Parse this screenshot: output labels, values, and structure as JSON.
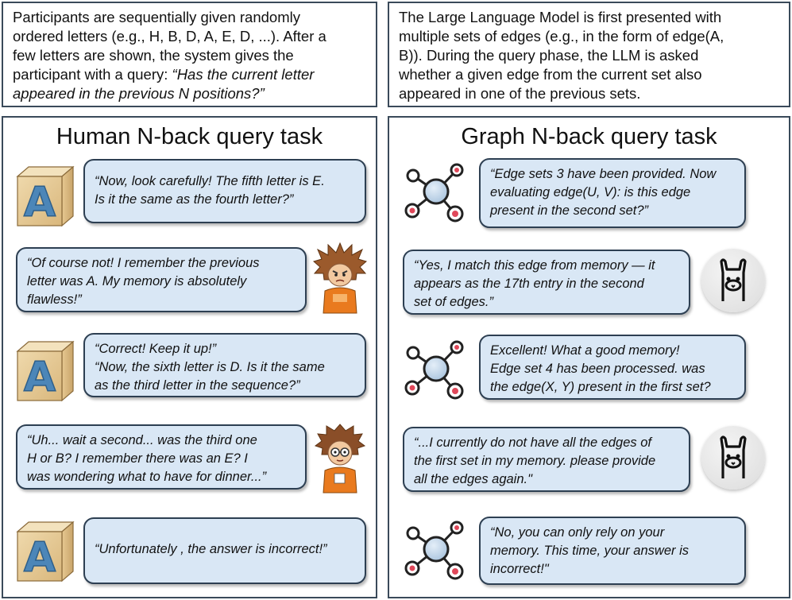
{
  "top_left": {
    "lines": [
      "Participants are sequentially given randomly",
      "ordered letters (e.g., H, B, D, A, E, D, ...). After a",
      "few letters are shown, the system gives the",
      "participant with a query: "
    ],
    "query_part1": "“Has the current letter",
    "query_part2": "appeared in the previous N positions?”"
  },
  "top_right": {
    "lines": [
      "The Large Language Model is first presented with",
      "multiple sets of edges (e.g., in the form of edge(A,",
      "B)). During the query phase, the LLM is asked",
      "whether a given edge from the current set also",
      "appeared in one of the previous sets."
    ]
  },
  "human_panel": {
    "title": "Human N-back query task",
    "bubbles": [
      [
        "“Now, look carefully! The fifth letter is E.",
        "Is it the same as the fourth letter?”"
      ],
      [
        "“Of course not! I remember the previous",
        "letter was A. My memory is absolutely",
        "flawless!”"
      ],
      [
        "“Correct! Keep it up!”",
        "“Now, the sixth letter is D. Is it the same",
        "as the third letter in the sequence?”"
      ],
      [
        "“Uh... wait a second... was the third one",
        "H or B? I remember there was an E? I",
        "was wondering what to have for dinner...”"
      ],
      [
        "“Unfortunately , the answer is incorrect!”"
      ]
    ],
    "block_letter": "A"
  },
  "graph_panel": {
    "title": "Graph N-back query task",
    "bubbles": [
      [
        "“Edge sets 3 have been provided. Now",
        "evaluating edge(U, V): is this edge",
        "present in the second set?”"
      ],
      [
        "“Yes, I match this edge from memory — it",
        "appears as the 17th entry in the second",
        "set of edges.”"
      ],
      [
        "Excellent! What a good memory!",
        "Edge set 4 has been processed. was",
        "the edge(X, Y) present in the first set?"
      ],
      [
        "“...I currently do not have all the edges of",
        "the first set in my memory. please provide",
        "all the edges again.\""
      ],
      [
        "“No, you can only rely on your",
        "memory. This time, your answer is",
        "incorrect!\""
      ]
    ]
  },
  "colors": {
    "bubble_fill": "#d9e7f5",
    "border": "#2d3f52",
    "block_blue": "#4c86b8",
    "node_red": "#e0485a"
  }
}
